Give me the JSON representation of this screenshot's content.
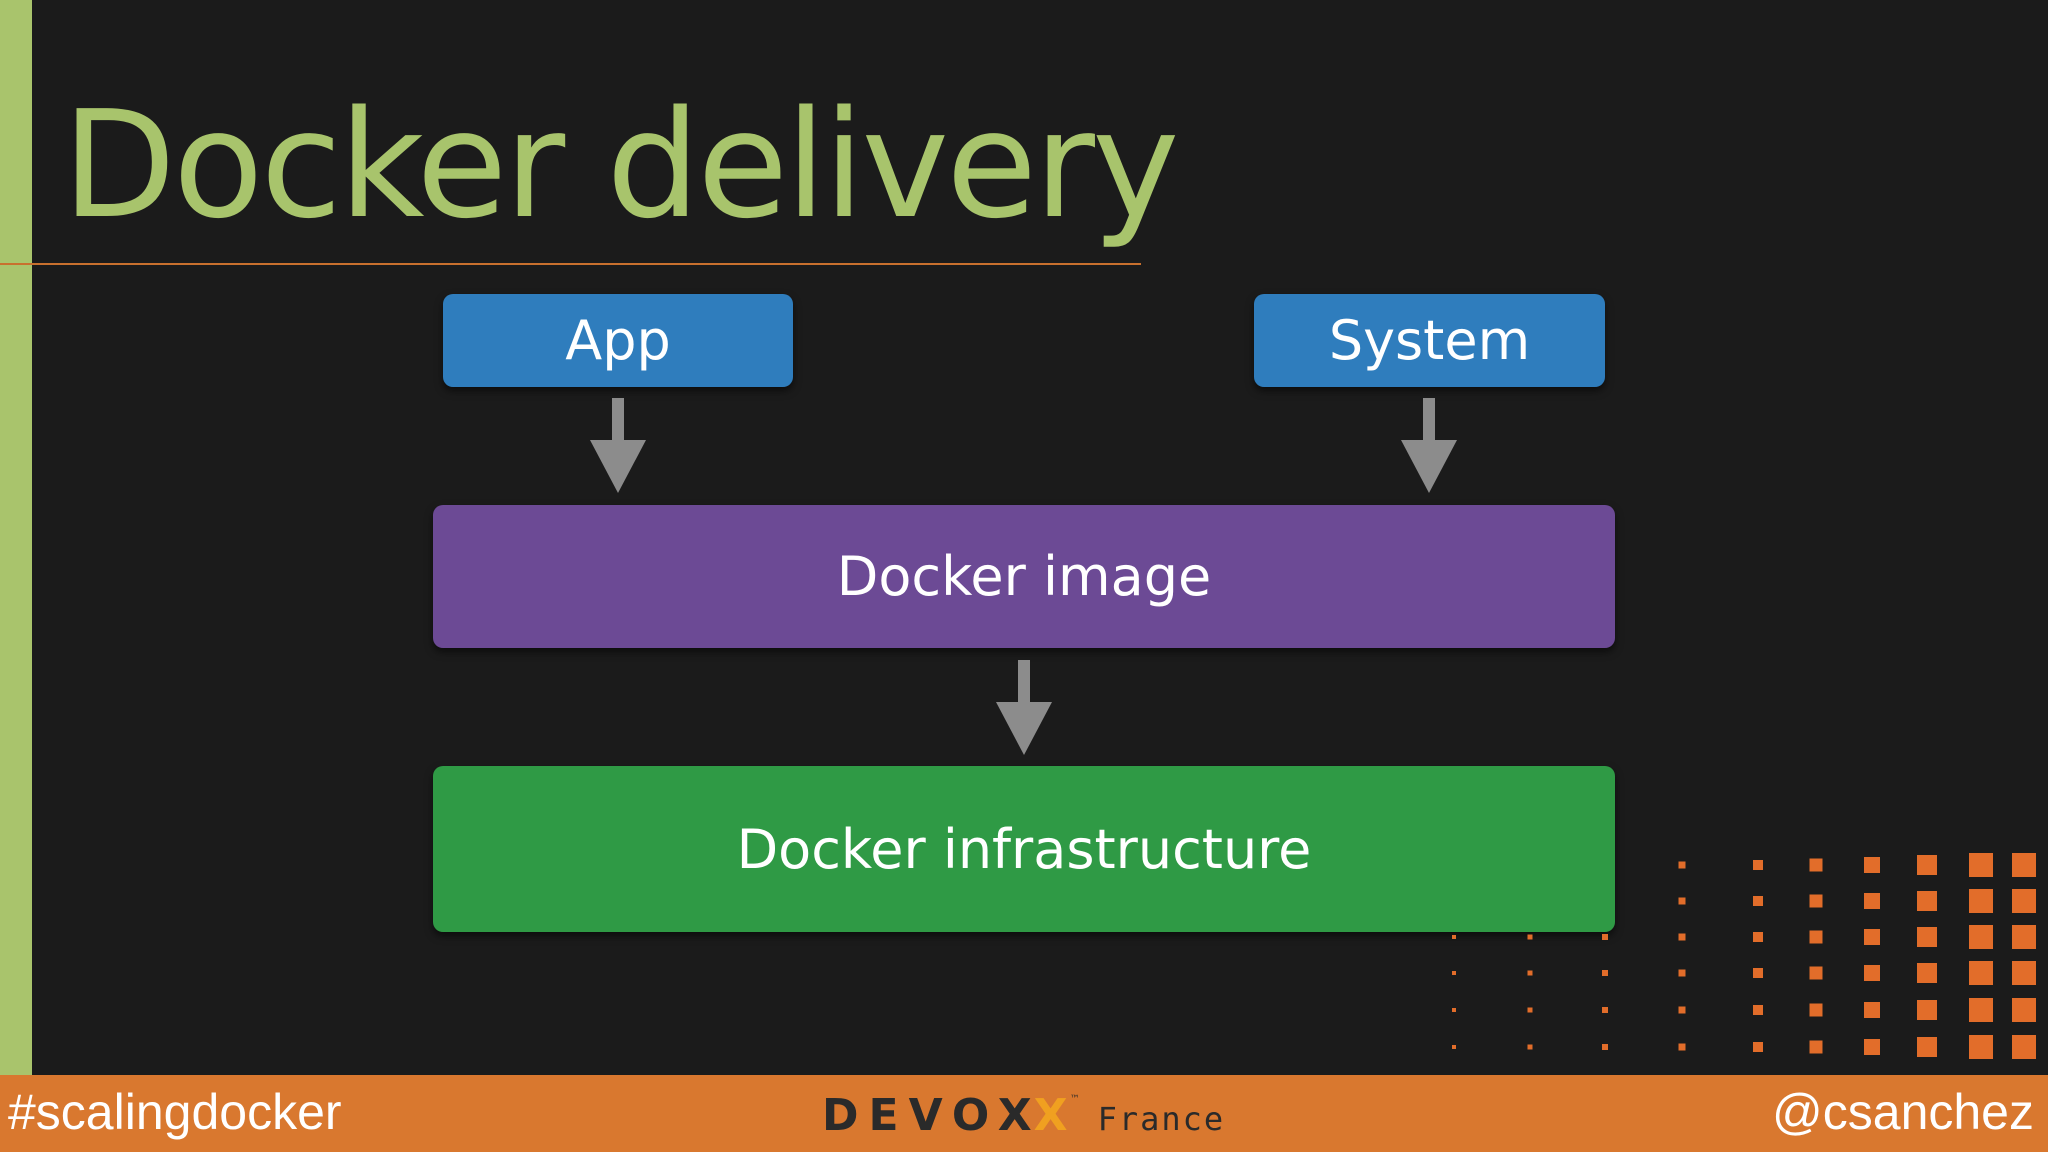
{
  "slide": {
    "title": "Docker delivery"
  },
  "diagram": {
    "nodes": [
      {
        "id": "app",
        "label": "App",
        "color": "#2f7dbd"
      },
      {
        "id": "system",
        "label": "System",
        "color": "#2f7dbd"
      },
      {
        "id": "docker-image",
        "label": "Docker image",
        "color": "#6c4a95"
      },
      {
        "id": "docker-infrastructure",
        "label": "Docker infrastructure",
        "color": "#2f9a45"
      }
    ],
    "edges": [
      {
        "from": "app",
        "to": "docker-image"
      },
      {
        "from": "system",
        "to": "docker-image"
      },
      {
        "from": "docker-image",
        "to": "docker-infrastructure"
      }
    ]
  },
  "footer": {
    "hashtag": "#scalingdocker",
    "handle": "@csanchez",
    "logo_word": "DEVOX",
    "logo_x": "X",
    "logo_tm": "™",
    "logo_suffix": "France"
  },
  "colors": {
    "accent_green": "#a8c46c",
    "footer_orange": "#d9782f",
    "arrow_gray": "#8c8c8c"
  }
}
